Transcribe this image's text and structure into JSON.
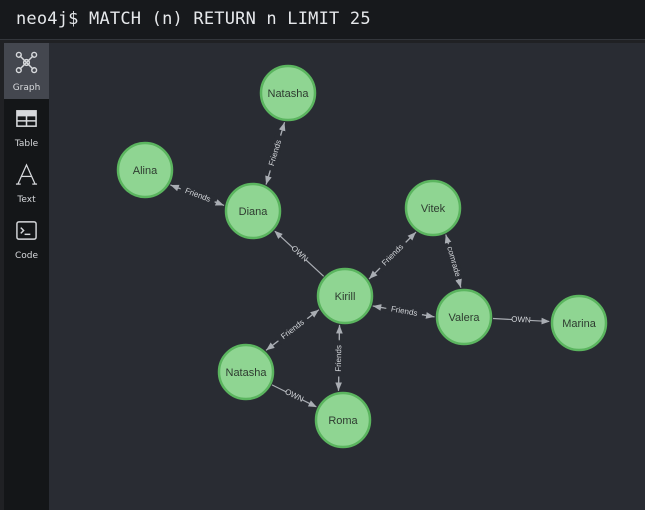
{
  "query": {
    "text": "neo4j$ MATCH (n) RETURN n LIMIT 25"
  },
  "sidebar": {
    "items": [
      {
        "label": "Graph",
        "icon": "graph-icon",
        "active": true
      },
      {
        "label": "Table",
        "icon": "table-icon",
        "active": false
      },
      {
        "label": "Text",
        "icon": "text-icon",
        "active": false
      },
      {
        "label": "Code",
        "icon": "code-icon",
        "active": false
      }
    ]
  },
  "colors": {
    "node_fill": "#8fd592",
    "node_stroke": "#5bb55f",
    "canvas": "#292c33",
    "edge": "#a9adb3"
  },
  "graph": {
    "nodes": [
      {
        "id": "natasha_top",
        "label": "Natasha"
      },
      {
        "id": "alina",
        "label": "Alina"
      },
      {
        "id": "diana",
        "label": "Diana"
      },
      {
        "id": "vitek",
        "label": "Vitek"
      },
      {
        "id": "kirill",
        "label": "Kirill"
      },
      {
        "id": "valera",
        "label": "Valera"
      },
      {
        "id": "marina",
        "label": "Marina"
      },
      {
        "id": "natasha_bottom",
        "label": "Natasha"
      },
      {
        "id": "roma",
        "label": "Roma"
      }
    ],
    "edges": [
      {
        "source": "diana",
        "target": "natasha_top",
        "label": "Friends"
      },
      {
        "source": "natasha_top",
        "target": "diana",
        "label": "Friends"
      },
      {
        "source": "alina",
        "target": "diana",
        "label": "Friends"
      },
      {
        "source": "diana",
        "target": "alina",
        "label": "Friends"
      },
      {
        "source": "kirill",
        "target": "diana",
        "label": "OWN"
      },
      {
        "source": "kirill",
        "target": "vitek",
        "label": "Friends"
      },
      {
        "source": "vitek",
        "target": "kirill",
        "label": "Friends"
      },
      {
        "source": "vitek",
        "target": "valera",
        "label": "comrade"
      },
      {
        "source": "valera",
        "target": "vitek",
        "label": "comrade"
      },
      {
        "source": "kirill",
        "target": "valera",
        "label": "Friends"
      },
      {
        "source": "valera",
        "target": "kirill",
        "label": "Friends"
      },
      {
        "source": "valera",
        "target": "marina",
        "label": "OWN"
      },
      {
        "source": "natasha_bottom",
        "target": "kirill",
        "label": "Friends"
      },
      {
        "source": "kirill",
        "target": "natasha_bottom",
        "label": "Friends"
      },
      {
        "source": "kirill",
        "target": "roma",
        "label": "Friends"
      },
      {
        "source": "roma",
        "target": "kirill",
        "label": "Friends"
      },
      {
        "source": "natasha_bottom",
        "target": "roma",
        "label": "OWN"
      }
    ]
  }
}
